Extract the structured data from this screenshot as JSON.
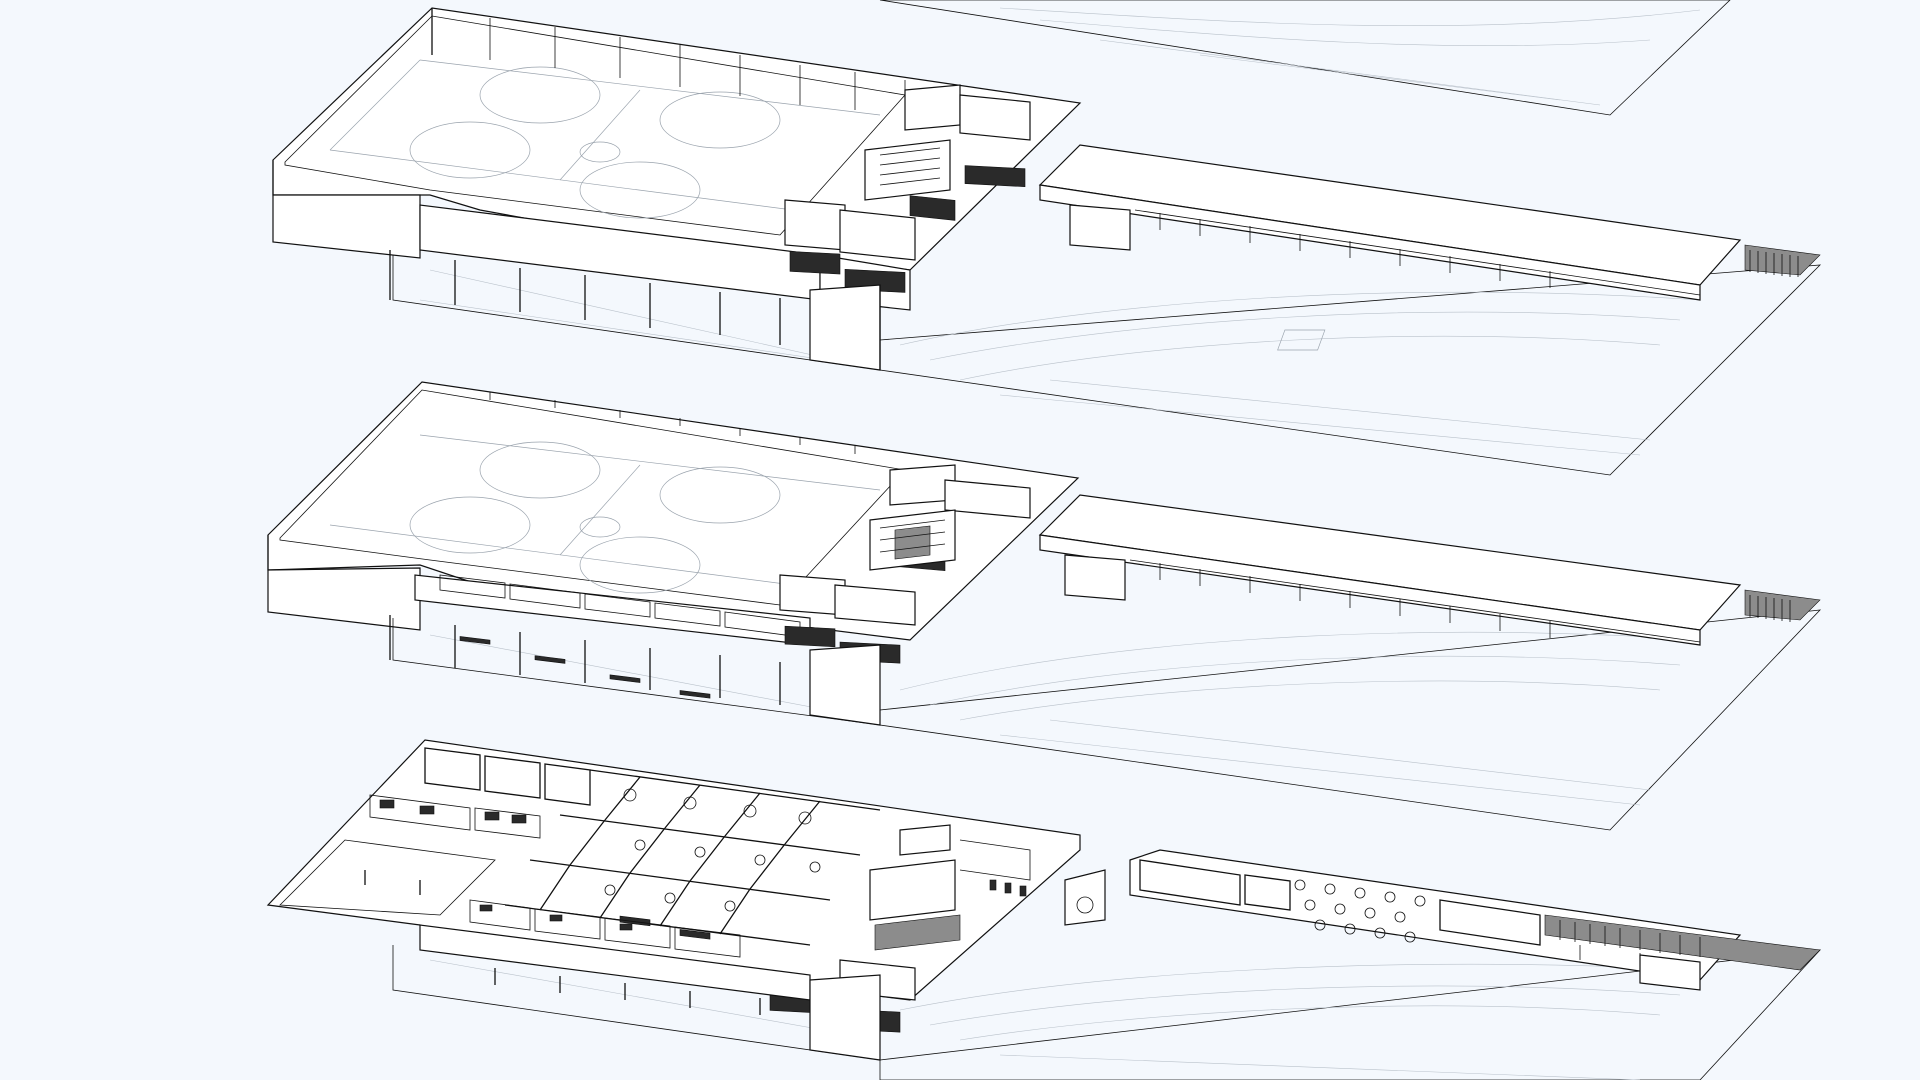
{
  "drawing": {
    "kind": "exploded-axonometric",
    "subject": "",
    "background_color": "#f4f8fd",
    "line_color": "#111111",
    "faint_line_color": "#9aa3ad",
    "floors": [
      {
        "id": "upper-floor-top",
        "name": "",
        "features": [
          "sports-hall",
          "basketball-courts",
          "changing-rooms",
          "stair-core",
          "elevated-walkway",
          "running-track-ground"
        ]
      },
      {
        "id": "middle-floor",
        "name": "",
        "features": [
          "sports-hall",
          "basketball-courts",
          "changing-rooms",
          "stair-core",
          "elevated-walkway",
          "running-track-ground"
        ]
      },
      {
        "id": "ground-floor",
        "name": "",
        "features": [
          "classrooms",
          "offices",
          "toilets",
          "dining-area",
          "stair-core",
          "walkway",
          "running-track-ground"
        ]
      }
    ]
  }
}
